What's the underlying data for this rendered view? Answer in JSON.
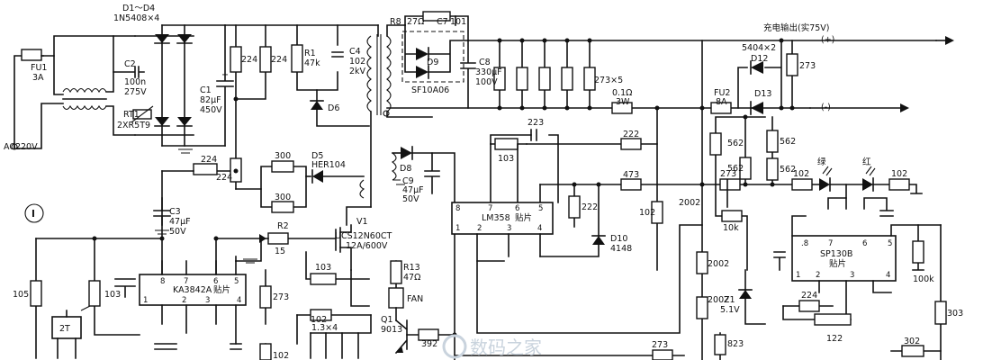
{
  "labels": {
    "ac_input": "AC220V",
    "fu1": "FU1",
    "fu1_val": "3A",
    "d1d4": "D1～D4",
    "d1d4_part": "1N5408×4",
    "c2": "C2",
    "c2_val1": "100n",
    "c2_val2": "275V",
    "rt1": "RT1",
    "rt1_part": "2XR5T9",
    "c1": "C1",
    "c1_val1": "82μF",
    "c1_val2": "450V",
    "r224a": "224",
    "r224b": "224",
    "r224c": "224",
    "r224d": "224",
    "r1": "R1",
    "r1_val": "47k",
    "c4": "C4",
    "c4_val1": "102",
    "c4_val2": "2kV",
    "d6": "D6",
    "d5": "D5",
    "d5_part": "HER104",
    "r300a": "300",
    "r300b": "300",
    "c3": "C3",
    "c3_val1": "47μF",
    "c3_val2": "50V",
    "r2": "R2",
    "r2_val": "15",
    "q_main": "UCS12N60CT",
    "q_main_rating": "12A/600V",
    "v1": "V1",
    "ic1": "KA3842A",
    "ic1_tag": "贴片",
    "ic1_p8": "8",
    "ic1_p7": "7",
    "ic1_p6": "6",
    "ic1_p5": "5",
    "ic1_p1": "1",
    "ic1_p2": "2",
    "ic1_p3": "3",
    "ic1_p4": "4",
    "r105": "105",
    "r103a": "103",
    "r273a": "273",
    "r103b": "103",
    "r102a": "102",
    "r102b": "102",
    "r13x4": "1.3×4",
    "u2t": "2T",
    "circle_mark": "I",
    "r8": "R8",
    "r8_val": "27Ω",
    "c7": "C7",
    "c7_val": "101",
    "d9": "D9",
    "d9_part": "SF10A06",
    "c8": "C8",
    "c8_val1": "330μF",
    "c8_val2": "100V",
    "r273x5": "273×5",
    "r01": "0.1Ω",
    "r01_w": "3W",
    "out_label": "充电输出(实75V)",
    "out_plus": "(+)",
    "out_minus": "(-)",
    "d_5404": "5404×2",
    "d12": "D12",
    "d13": "D13",
    "r273b": "273",
    "fu2": "FU2",
    "fu2_val": "8A",
    "d8": "D8",
    "c9": "C9",
    "c9_val1": "47μF",
    "c9_val2": "50V",
    "c223": "223",
    "r103c": "103",
    "r222a": "222",
    "r473": "473",
    "ic2": "LM358",
    "ic2_tag": "贴片",
    "ic2_p8": "8",
    "ic2_p7": "7",
    "ic2_p6": "6",
    "ic2_p5": "5",
    "ic2_p1": "1",
    "ic2_p2": "2",
    "ic2_p3": "3",
    "ic2_p4": "4",
    "r222b": "222",
    "r102c": "102",
    "d10": "D10",
    "d10_part": "4148",
    "r13": "R13",
    "r13_val": "47Ω",
    "fan": "FAN",
    "q1": "Q1",
    "q1_part": "9013",
    "r392": "392",
    "r273c": "273",
    "r562a": "562",
    "r562b": "562",
    "r562c": "562",
    "r562d": "562",
    "r273d": "273",
    "r102d": "102",
    "r102e": "102",
    "led_green": "绿",
    "led_red": "红",
    "r2002a": "2002",
    "r2002b": "2002",
    "r2002c": "2002",
    "r10k": "10k",
    "z1": "Z1",
    "z1_val": "5.1V",
    "r823": "823",
    "ic3": "SP130B",
    "ic3_tag": "贴片",
    "ic3_p8": ".8",
    "ic3_p7": "7",
    "ic3_p6": "6",
    "ic3_p5": "5",
    "ic3_p1": "1",
    "ic3_p2": "2",
    "ic3_p3": "3",
    "ic3_p4": "4",
    "r100k": "100k",
    "r224e": "224",
    "r122": "122",
    "r303": "303",
    "r302": "302",
    "watermark": "数码之家"
  }
}
